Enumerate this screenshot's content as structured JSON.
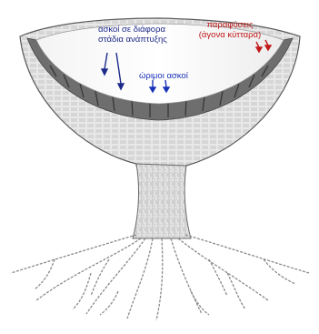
{
  "labels": {
    "asci_stages": "ασκοί σε διάφορα στάδια ανάπτυξης",
    "ripe_asci": "ώριμοι ασκοί",
    "paraphyses_title": "παραφύσεις",
    "paraphyses_sub": "(άγονα κύτταρα)"
  },
  "colors": {
    "asci_label": "#1d2a8a",
    "ripe_label": "#1a33b8",
    "paraphyses_label": "#c01818",
    "cup_dark": "#6b6b6b",
    "cup_light": "#d8d8d8",
    "hyphae": "#8a8a8a"
  }
}
